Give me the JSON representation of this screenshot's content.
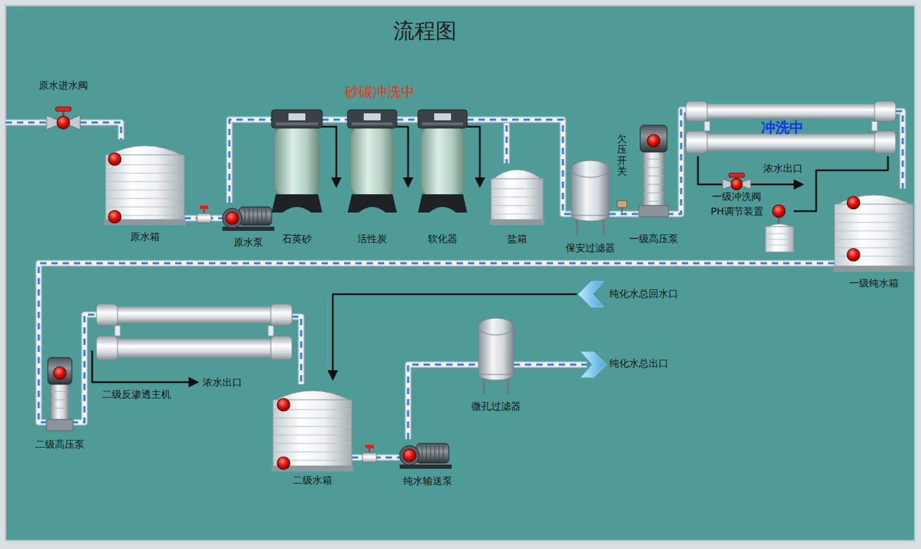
{
  "diagram": {
    "title": "流程图",
    "nodes": [
      {
        "text": [
          "原水进水阀"
        ]
      },
      {
        "text": [
          "原水箱"
        ]
      },
      {
        "text": [
          "原水泵"
        ]
      },
      {
        "text": [
          "石英砂"
        ]
      },
      {
        "text": [
          "活性炭"
        ]
      },
      {
        "text": [
          "软化器"
        ]
      },
      {
        "text": [
          "盐箱"
        ]
      },
      {
        "text": [
          "保安过滤器"
        ]
      },
      {
        "text": [
          "一级高压泵"
        ]
      },
      {
        "text": [
          "冲洗中"
        ]
      },
      {
        "text": [
          "一级冲洗阀"
        ]
      },
      {
        "text": [
          "PH调节装置"
        ]
      },
      {
        "text": [
          "一级纯水箱"
        ]
      },
      {
        "text": [
          "二级高压泵"
        ]
      },
      {
        "text": [
          "二级反渗透主机"
        ]
      },
      {
        "text": [
          "二级水箱"
        ]
      },
      {
        "text": [
          "纯水输送泵"
        ]
      },
      {
        "text": [
          "微孔过滤器"
        ]
      }
    ],
    "edges": [
      {
        "from": 0,
        "to": 1,
        "arrow": "none"
      },
      {
        "from": 1,
        "to": 2,
        "arrow": "none"
      },
      {
        "from": 2,
        "to": 3,
        "arrow": "none"
      },
      {
        "from": 3,
        "to": 4,
        "arrow": "none"
      },
      {
        "from": 4,
        "to": 5,
        "arrow": "none"
      },
      {
        "from": 5,
        "to": 6,
        "arrow": "none"
      },
      {
        "from": 5,
        "to": 7,
        "arrow": "none"
      },
      {
        "from": 7,
        "to": 8,
        "arrow": "none"
      },
      {
        "from": 8,
        "to": 9,
        "arrow": "none"
      },
      {
        "from": 9,
        "to": 10,
        "arrow": "none"
      },
      {
        "from": 9,
        "to": 12,
        "arrow": "none"
      },
      {
        "from": 11,
        "to": 9,
        "arrow": "none"
      },
      {
        "from": 12,
        "to": 13,
        "arrow": "none"
      },
      {
        "from": 13,
        "to": 14,
        "arrow": "none"
      },
      {
        "from": 14,
        "to": 15,
        "arrow": "none"
      },
      {
        "from": 15,
        "to": 16,
        "arrow": "none"
      },
      {
        "from": 16,
        "to": 17,
        "arrow": "none"
      }
    ],
    "labels": [
      "砂碳冲洗中",
      "欠压开关",
      "浓水出口",
      "浓水出口",
      "纯化水总回水口",
      "纯化水总出口"
    ]
  }
}
